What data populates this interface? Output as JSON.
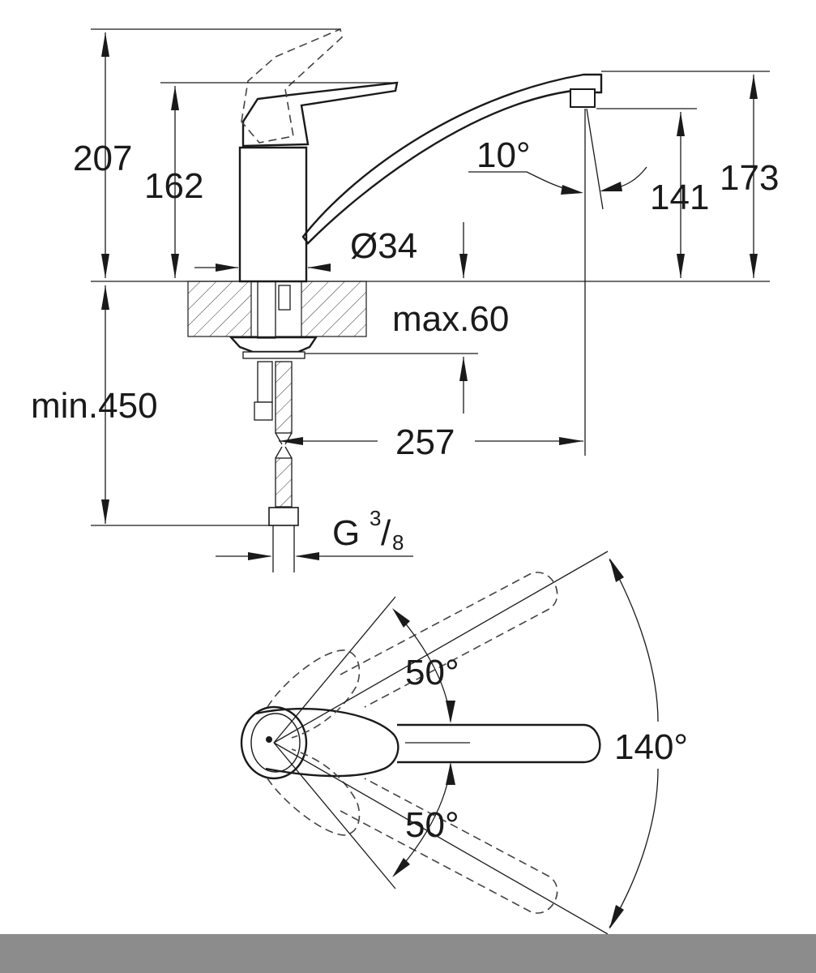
{
  "side_view": {
    "height_total": "207",
    "height_body": "162",
    "spout_height": "173",
    "outlet_height": "141",
    "spout_angle": "10°",
    "diameter": "Ø34",
    "deck_thickness": "max.60",
    "hose_length": "min.450",
    "reach": "257",
    "connection_prefix": "G",
    "connection_num": "3",
    "connection_sep": "/",
    "connection_den": "8"
  },
  "top_view": {
    "angle_upper": "50°",
    "angle_lower": "50°",
    "angle_total": "140°"
  },
  "colors": {
    "line": "#1a1a1a",
    "band": "#8c8c8c"
  }
}
